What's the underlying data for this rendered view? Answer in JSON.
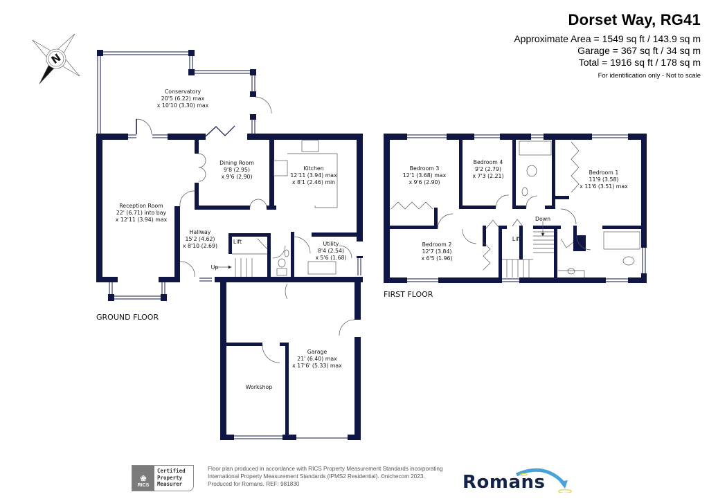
{
  "header": {
    "title": "Dorset Way, RG41",
    "area_lines": [
      "Approximate Area = 1549 sq ft / 143.9 sq m",
      "Garage = 367 sq ft / 34 sq m",
      "Total = 1916 sq ft / 178 sq m"
    ],
    "disclaimer": "For identification only - Not to scale"
  },
  "compass": {
    "label": "N",
    "icon": "compass-rose-icon"
  },
  "colors": {
    "wall": "#0f1644",
    "brand_navy": "#152349",
    "brand_arrow": "#4aa3d8",
    "brand_halo": "#e3d84a"
  },
  "ground_floor": {
    "label": "GROUND FLOOR",
    "rooms": [
      {
        "name": "Conservatory",
        "dim1": "20'5 (6.22) max",
        "dim2": "x 10'10 (3.30) max"
      },
      {
        "name": "Dining Room",
        "dim1": "9'8 (2.95)",
        "dim2": "x 9'6 (2.90)"
      },
      {
        "name": "Kitchen",
        "dim1": "12'11 (3.94) max",
        "dim2": "x 8'1 (2.46) min"
      },
      {
        "name": "Reception Room",
        "dim1": "22' (6.71) into bay",
        "dim2": "x 12'11 (3.94) max"
      },
      {
        "name": "Hallway",
        "dim1": "15'2 (4.62)",
        "dim2": "x 8'10 (2.69)"
      },
      {
        "name": "Utility",
        "dim1": "8'4 (2.54)",
        "dim2": "x 5'6 (1.68)"
      },
      {
        "name": "Garage",
        "dim1": "21' (6.40) max",
        "dim2": "x 17'6' (5.33) max"
      },
      {
        "name": "Workshop",
        "dim1": "",
        "dim2": ""
      }
    ],
    "annotations": {
      "lift": "Lift",
      "stairs": "Up"
    }
  },
  "first_floor": {
    "label": "FIRST FLOOR",
    "rooms": [
      {
        "name": "Bedroom 3",
        "dim1": "12'1 (3.68) max",
        "dim2": "x 9'6 (2.90)"
      },
      {
        "name": "Bedroom 4",
        "dim1": "9'2 (2.79)",
        "dim2": "x 7'3 (2.21)"
      },
      {
        "name": "Bedroom 1",
        "dim1": "11'9 (3.58)",
        "dim2": "x 11'6 (3.51) max"
      },
      {
        "name": "Bedroom 2",
        "dim1": "12'7 (3.84)",
        "dim2": "x 6'5 (1.96)"
      }
    ],
    "annotations": {
      "lift": "Lift",
      "stairs": "Down"
    }
  },
  "footer": {
    "rics_badge": {
      "org": "RICS",
      "line1": "Certified",
      "line2": "Property",
      "line3": "Measurer"
    },
    "fine_print": [
      "Floor plan produced in accordance with RICS Property Measurement Standards incorporating",
      "International Property Measurement Standards (IPMS2 Residential).  ©nichecom 2023.",
      "Produced for Romans.   REF: 981830"
    ],
    "brand": "Romans"
  }
}
